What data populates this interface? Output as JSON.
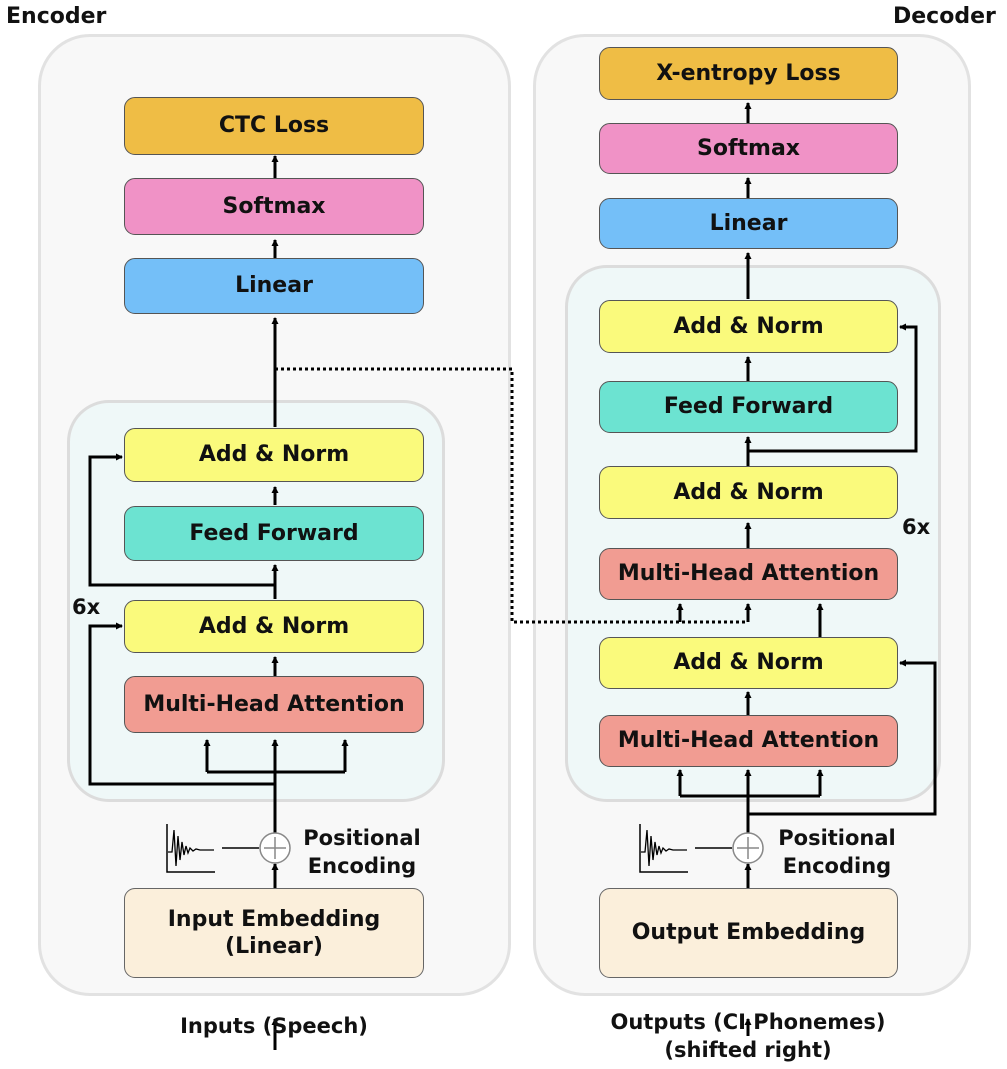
{
  "encoder": {
    "title": "Encoder",
    "ctc_loss": "CTC Loss",
    "softmax": "Softmax",
    "linear": "Linear",
    "add_norm_top": "Add & Norm",
    "feed_forward": "Feed Forward",
    "add_norm_bottom": "Add & Norm",
    "mha": "Multi-Head Attention",
    "repeat": "6x",
    "pos_enc_line1": "Positional",
    "pos_enc_line2": "Encoding",
    "input_emb_line1": "Input Embedding",
    "input_emb_line2": "(Linear)",
    "inputs": "Inputs (Speech)"
  },
  "decoder": {
    "title": "Decoder",
    "xent_loss": "X-entropy Loss",
    "softmax": "Softmax",
    "linear": "Linear",
    "add_norm_top": "Add & Norm",
    "feed_forward": "Feed Forward",
    "add_norm_mid": "Add & Norm",
    "cross_mha": "Multi-Head Attention",
    "add_norm_bottom": "Add & Norm",
    "self_mha": "Multi-Head Attention",
    "repeat": "6x",
    "pos_enc_line1": "Positional",
    "pos_enc_line2": "Encoding",
    "output_emb": "Output Embedding",
    "outputs_line1": "Outputs (CI Phonemes)",
    "outputs_line2": "(shifted right)"
  }
}
